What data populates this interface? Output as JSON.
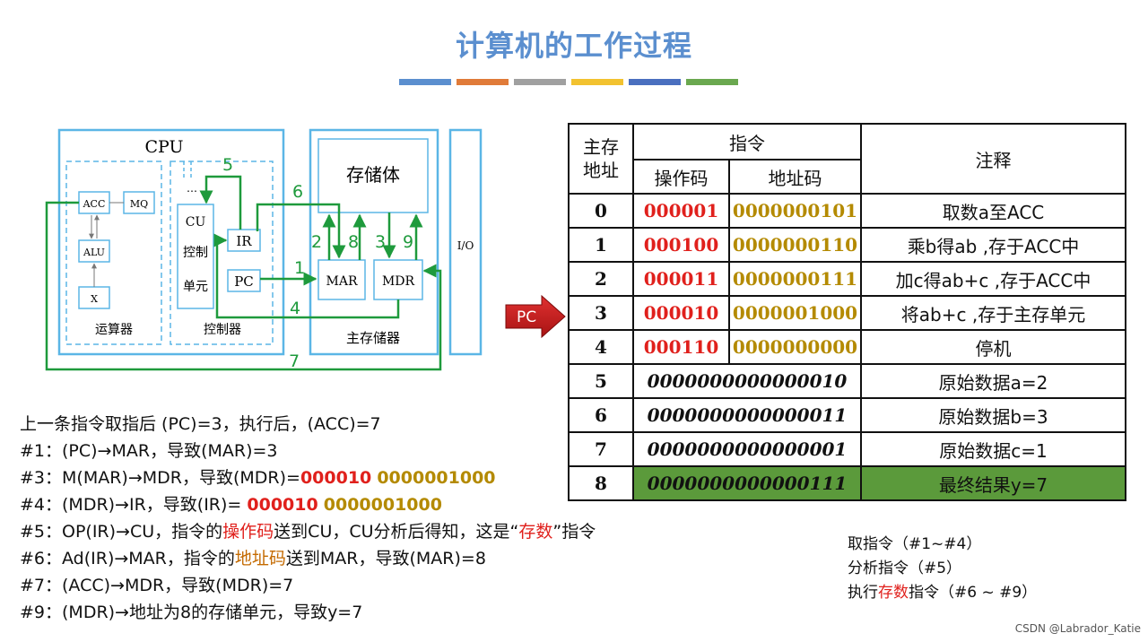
{
  "title": "计算机的工作过程",
  "color_bar": [
    "#5b8fcf",
    "#e07b39",
    "#a0a0a0",
    "#f2c230",
    "#4a6fbf",
    "#6aa84f"
  ],
  "diagram": {
    "cpu_label": "CPU",
    "acc": "ACC",
    "mq": "MQ",
    "alu": "ALU",
    "x": "X",
    "alu_group": "运算器",
    "cu_line1": "CU",
    "cu_line2": "控制",
    "cu_line3": "单元",
    "ir": "IR",
    "pc": "PC",
    "control_group": "控制器",
    "dots": "…",
    "storage": "存储体",
    "mar": "MAR",
    "mdr": "MDR",
    "main_memory": "主存储器",
    "io": "I/O",
    "step_labels": {
      "s1": "1",
      "s2": "2",
      "s3": "3",
      "s4": "4",
      "s5": "5",
      "s6": "6",
      "s7": "7",
      "s8": "8",
      "s9": "9"
    },
    "colors": {
      "box": "#5bb6e6",
      "arrow": "#1e9a3c"
    }
  },
  "steps": {
    "intro": "上一条指令取指后 (PC)=3，执行后，(ACC)=7",
    "s1": "#1：(PC)→MAR，导致(MAR)=3",
    "s3_pre": "#3：M(MAR)→MDR，导致(MDR)=",
    "s3_op": "000010",
    "s3_ad": "0000001000",
    "s4_pre": "#4：(MDR)→IR，导致(IR)= ",
    "s4_op": "000010",
    "s4_ad": "0000001000",
    "s5_a": "#5：OP(IR)→CU，指令的",
    "s5_b": "操作码",
    "s5_c": "送到CU，CU分析后得知，这是“",
    "s5_d": "存数",
    "s5_e": "”指令",
    "s6_a": "#6：Ad(IR)→MAR，指令的",
    "s6_b": "地址码",
    "s6_c": "送到MAR，导致(MAR)=8",
    "s7": "#7：(ACC)→MDR，导致(MDR)=7",
    "s9": "#9：(MDR)→地址为8的存储单元，导致y=7"
  },
  "pc_tag": "PC",
  "table": {
    "h_addr_1": "主存",
    "h_addr_2": "地址",
    "h_instr": "指令",
    "h_op": "操作码",
    "h_ad": "地址码",
    "h_note": "注释",
    "rows": [
      {
        "addr": "0",
        "op": "000001",
        "ad": "0000000101",
        "note": "取数a至ACC"
      },
      {
        "addr": "1",
        "op": "000100",
        "ad": "0000000110",
        "note": "乘b得ab ,存于ACC中"
      },
      {
        "addr": "2",
        "op": "000011",
        "ad": "0000000111",
        "note": "加c得ab+c  ,存于ACC中"
      },
      {
        "addr": "3",
        "op": "000010",
        "ad": "0000001000",
        "note": "将ab+c ,存于主存单元"
      },
      {
        "addr": "4",
        "op": "000110",
        "ad": "0000000000",
        "note": "停机"
      },
      {
        "addr": "5",
        "data": "0000000000000010",
        "note": "原始数据a=2"
      },
      {
        "addr": "6",
        "data": "0000000000000011",
        "note": "原始数据b=3"
      },
      {
        "addr": "7",
        "data": "0000000000000001",
        "note": "原始数据c=1"
      },
      {
        "addr": "8",
        "data": "0000000000000111",
        "note": "最终结果y=7"
      }
    ],
    "final_color": "#5b9a3b"
  },
  "legend": {
    "l1": "取指令（#1~#4）",
    "l2": "分析指令（#5）",
    "l3_a": "执行",
    "l3_b": "存数",
    "l3_c": "指令（#6 ~ #9）"
  },
  "watermark": "CSDN @Labrador_Katie"
}
